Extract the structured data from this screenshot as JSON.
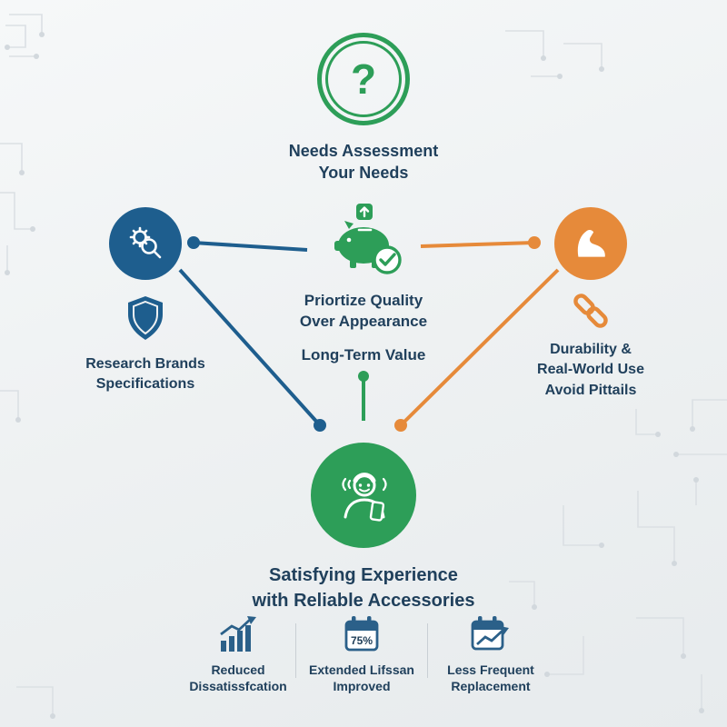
{
  "colors": {
    "green": "#2d9e58",
    "blue": "#1e5e8e",
    "orange": "#e68a3a",
    "text_navy": "#20405c",
    "background": "#eef1f2",
    "circuit": "#dbe0e4"
  },
  "top_node": {
    "icon": "question-mark-ring-icon",
    "icon_glyph": "?",
    "label_line1": "Needs Assessment",
    "label_line2": "Your Needs"
  },
  "left_node": {
    "icon": "gear-search-icon",
    "secondary_icon": "shield-icon",
    "label_line1": "Research Brands",
    "label_line2": "Specifications"
  },
  "center_node": {
    "icon": "piggy-bank-check-icon",
    "label_line1": "Priortize Quality",
    "label_line2": "Over Appearance",
    "sub_label": "Long-Term Value"
  },
  "right_node": {
    "icon": "muscle-arm-icon",
    "secondary_icon": "chain-link-icon",
    "label_line1": "Durability &",
    "label_line2": "Real-World Use",
    "label_line3": "Avoid Pittails"
  },
  "bottom_node": {
    "icon": "person-phone-icon",
    "label_line1": "Satisfying Experience",
    "label_line2": "with Reliable Accessories"
  },
  "footer": {
    "items": [
      {
        "icon": "bar-chart-up-icon",
        "label_line1": "Reduced",
        "label_line2": "Dissatissfcation"
      },
      {
        "icon": "calendar-percent-icon",
        "badge": "75%",
        "label_line1": "Extended Lifssan",
        "label_line2": "Improved"
      },
      {
        "icon": "calendar-trend-icon",
        "label_line1": "Less Frequent",
        "label_line2": "Replacement"
      }
    ]
  }
}
